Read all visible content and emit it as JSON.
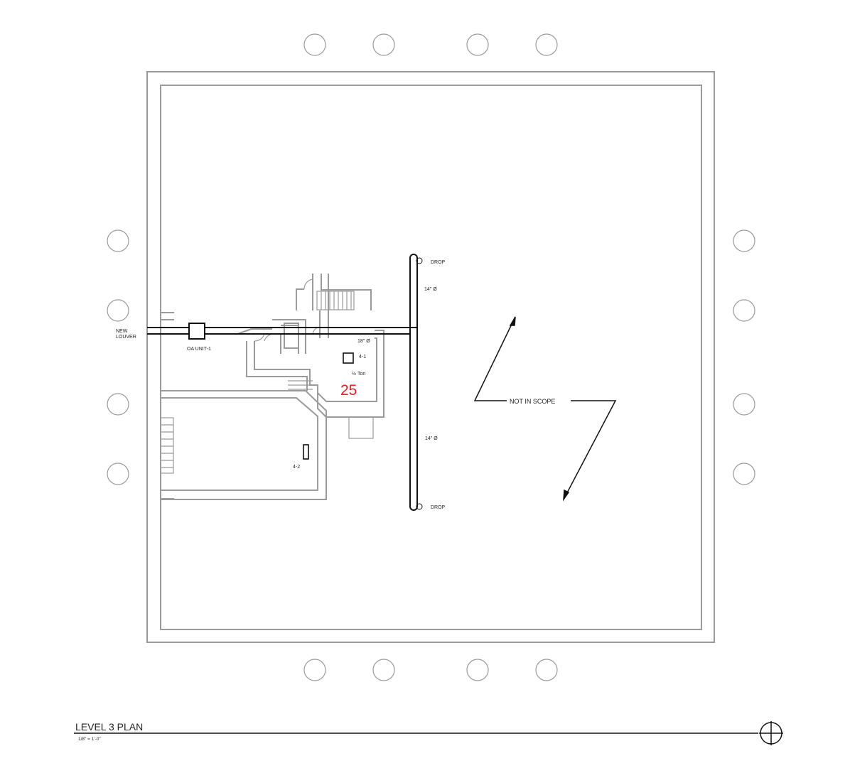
{
  "drawing": {
    "title": "LEVEL 3 PLAN",
    "scale": "1/8\" = 1'-0\"",
    "room_number": "25",
    "labels": {
      "new_louver_line1": "NEW",
      "new_louver_line2": "LOUVER",
      "oa_unit": "OA UNIT-1",
      "drop_top": "DROP",
      "drop_bottom": "DROP",
      "duct_14_top": "14\" Ø",
      "duct_14_bottom": "14\" Ø",
      "duct_18": "18\" Ø",
      "unit_4_1": "4-1",
      "unit_4_2": "4-2",
      "tonnage": "Ton",
      "tonnage_fraction": "½",
      "not_in_scope": "NOT IN SCOPE"
    },
    "symbols": {
      "north_arrow": "crosshair-circle-icon",
      "column_grid": "column-circle"
    },
    "colors": {
      "line": "#9a9a9a",
      "ink": "#111111",
      "room_number": "#e02020"
    }
  }
}
